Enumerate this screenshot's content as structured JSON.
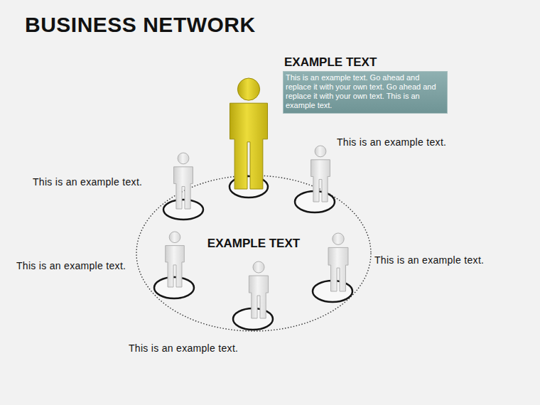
{
  "diagram": {
    "title": "BUSINESS NETWORK",
    "nodes": [
      {
        "text": [
          "EXAMPLE TEXT",
          "This is an example text. Go ahead and replace it with your own text. Go ahead and replace it with your own text. This is an example text."
        ]
      },
      {
        "text": [
          "EXAMPLE TEXT"
        ]
      }
    ],
    "labels": [
      "This is an example text.",
      "This is an example text.",
      "This is an example text.",
      "This is an example text.",
      "This is an example text."
    ]
  }
}
